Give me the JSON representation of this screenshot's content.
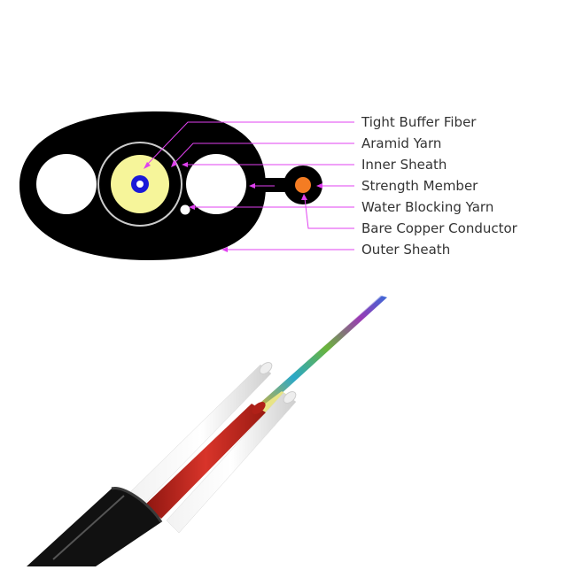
{
  "labels": [
    "Tight Buffer Fiber",
    "Aramid Yarn",
    "Inner Sheath",
    "Strength Member",
    "Water Blocking Yarn",
    "Bare Copper Conductor",
    "Outer Sheath"
  ],
  "colors": {
    "sheath": "#000000",
    "aramid": "#f6f59a",
    "fiber_ring": "#1a1ad8",
    "strength_member": "#f47c23",
    "leader": "#e040f0",
    "inner_ring": "#cccccc",
    "copper_red": "#c8281e",
    "label_text": "#333333"
  }
}
